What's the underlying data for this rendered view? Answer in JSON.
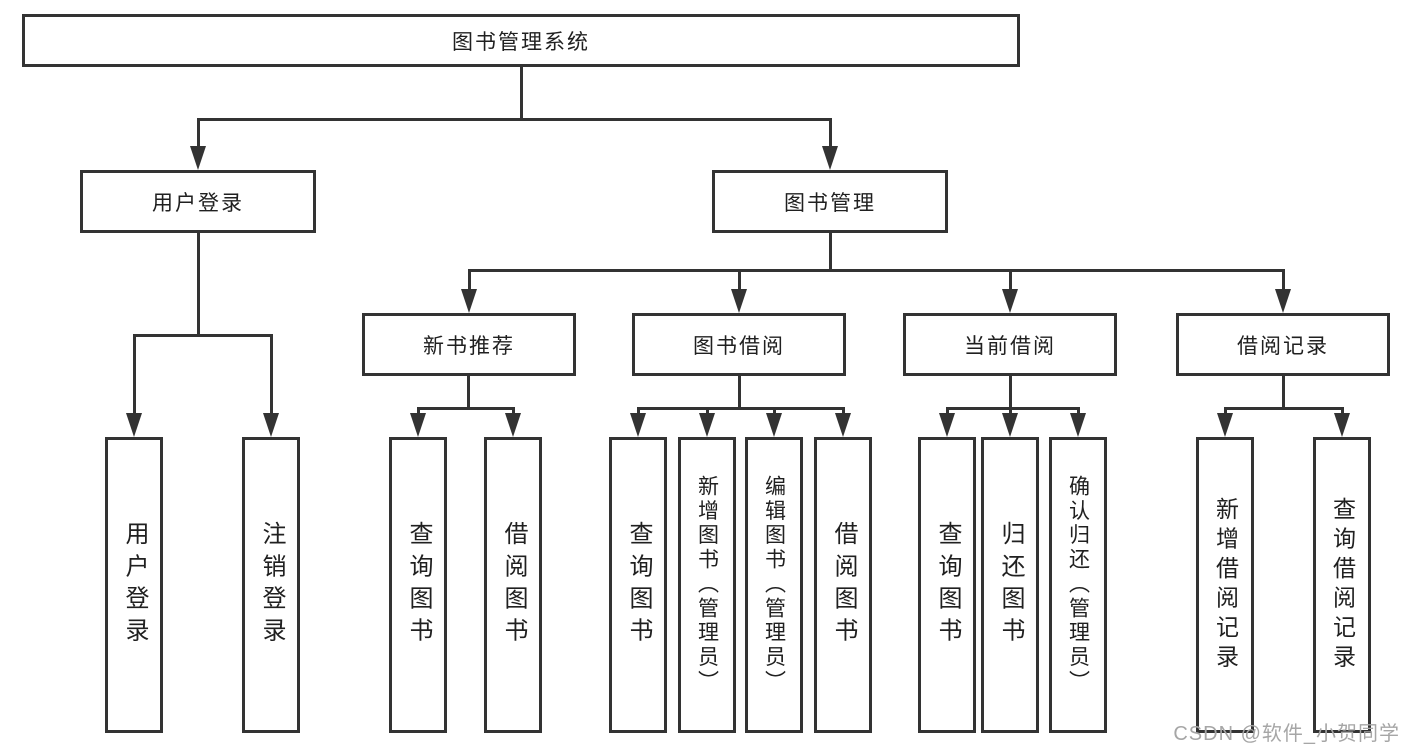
{
  "tree": {
    "label": "图书管理系统",
    "children": [
      {
        "label": "用户登录",
        "children": [
          {
            "label": "用户登录"
          },
          {
            "label": "注销登录"
          }
        ]
      },
      {
        "label": "图书管理",
        "children": [
          {
            "label": "新书推荐",
            "children": [
              {
                "label": "查询图书"
              },
              {
                "label": "借阅图书"
              }
            ]
          },
          {
            "label": "图书借阅",
            "children": [
              {
                "label": "查询图书"
              },
              {
                "label": "新增图书（管理员）"
              },
              {
                "label": "编辑图书（管理员）"
              },
              {
                "label": "借阅图书"
              }
            ]
          },
          {
            "label": "当前借阅",
            "children": [
              {
                "label": "查询图书"
              },
              {
                "label": "归还图书"
              },
              {
                "label": "确认归还（管理员）"
              }
            ]
          },
          {
            "label": "借阅记录",
            "children": [
              {
                "label": "新增借阅记录"
              },
              {
                "label": "查询借阅记录"
              }
            ]
          }
        ]
      }
    ]
  },
  "watermark": {
    "text": "CSDN @软件_小贺同学"
  },
  "colors": {
    "line": "#333333",
    "text": "#202020",
    "watermark": "#a6a6a6",
    "background": "#ffffff"
  }
}
